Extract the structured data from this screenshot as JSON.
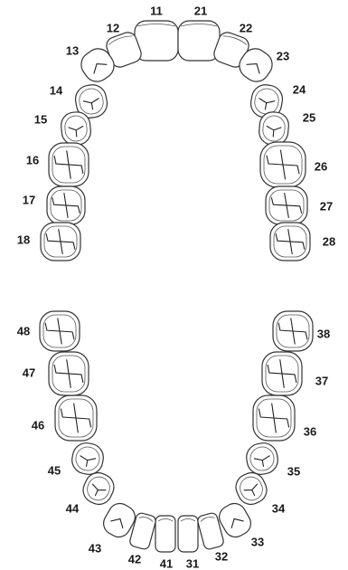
{
  "notation": "FDI",
  "colors": {
    "outline": "#333333",
    "label": "#1a1a1a",
    "background": "#ffffff"
  },
  "teeth": [
    {
      "number": "11",
      "label": "11",
      "arch": "upper",
      "type": "incisor"
    },
    {
      "number": "12",
      "label": "12",
      "arch": "upper",
      "type": "incisor"
    },
    {
      "number": "13",
      "label": "13",
      "arch": "upper",
      "type": "canine"
    },
    {
      "number": "14",
      "label": "14",
      "arch": "upper",
      "type": "premolar"
    },
    {
      "number": "15",
      "label": "15",
      "arch": "upper",
      "type": "premolar"
    },
    {
      "number": "16",
      "label": "16",
      "arch": "upper",
      "type": "molar"
    },
    {
      "number": "17",
      "label": "17",
      "arch": "upper",
      "type": "molar"
    },
    {
      "number": "18",
      "label": "18",
      "arch": "upper",
      "type": "molar"
    },
    {
      "number": "21",
      "label": "21",
      "arch": "upper",
      "type": "incisor"
    },
    {
      "number": "22",
      "label": "22",
      "arch": "upper",
      "type": "incisor"
    },
    {
      "number": "23",
      "label": "23",
      "arch": "upper",
      "type": "canine"
    },
    {
      "number": "24",
      "label": "24",
      "arch": "upper",
      "type": "premolar"
    },
    {
      "number": "25",
      "label": "25",
      "arch": "upper",
      "type": "premolar"
    },
    {
      "number": "26",
      "label": "26",
      "arch": "upper",
      "type": "molar"
    },
    {
      "number": "27",
      "label": "27",
      "arch": "upper",
      "type": "molar"
    },
    {
      "number": "28",
      "label": "28",
      "arch": "upper",
      "type": "molar"
    },
    {
      "number": "31",
      "label": "31",
      "arch": "lower",
      "type": "incisor"
    },
    {
      "number": "32",
      "label": "32",
      "arch": "lower",
      "type": "incisor"
    },
    {
      "number": "33",
      "label": "33",
      "arch": "lower",
      "type": "canine"
    },
    {
      "number": "34",
      "label": "34",
      "arch": "lower",
      "type": "premolar"
    },
    {
      "number": "35",
      "label": "35",
      "arch": "lower",
      "type": "premolar"
    },
    {
      "number": "36",
      "label": "36",
      "arch": "lower",
      "type": "molar"
    },
    {
      "number": "37",
      "label": "37",
      "arch": "lower",
      "type": "molar"
    },
    {
      "number": "38",
      "label": "38",
      "arch": "lower",
      "type": "molar"
    },
    {
      "number": "41",
      "label": "41",
      "arch": "lower",
      "type": "incisor"
    },
    {
      "number": "42",
      "label": "42",
      "arch": "lower",
      "type": "incisor"
    },
    {
      "number": "43",
      "label": "43",
      "arch": "lower",
      "type": "canine"
    },
    {
      "number": "44",
      "label": "44",
      "arch": "lower",
      "type": "premolar"
    },
    {
      "number": "45",
      "label": "45",
      "arch": "lower",
      "type": "premolar"
    },
    {
      "number": "46",
      "label": "46",
      "arch": "lower",
      "type": "molar"
    },
    {
      "number": "47",
      "label": "47",
      "arch": "lower",
      "type": "molar"
    },
    {
      "number": "48",
      "label": "48",
      "arch": "lower",
      "type": "molar"
    }
  ]
}
